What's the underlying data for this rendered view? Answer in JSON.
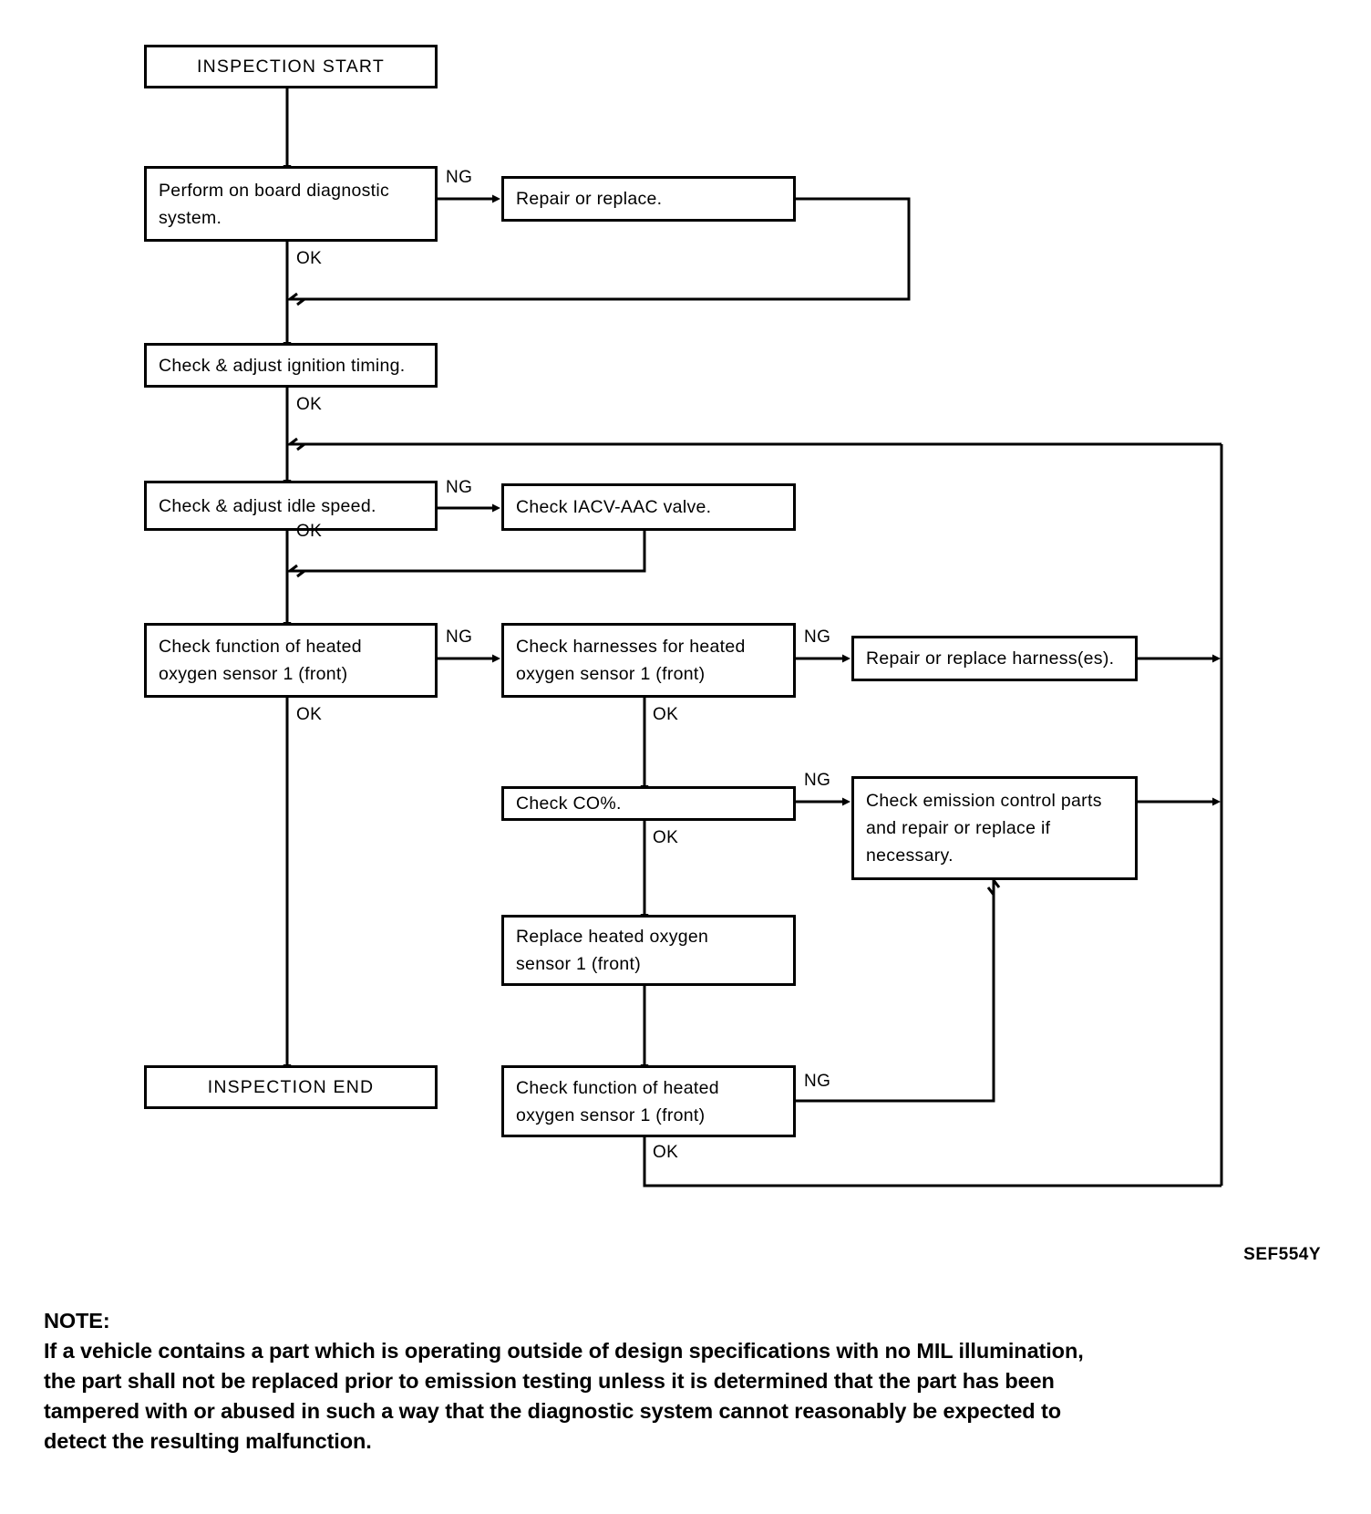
{
  "diagram": {
    "figure_code": "SEF554Y",
    "nodes": [
      {
        "id": "inspection-start",
        "label": "INSPECTION START",
        "align": "center"
      },
      {
        "id": "perform-obd",
        "label": "Perform on board diagnostic\nsystem.",
        "align": "left"
      },
      {
        "id": "repair-or-replace",
        "label": "Repair or replace.",
        "align": "left"
      },
      {
        "id": "check-ignition-timing",
        "label": "Check & adjust ignition timing.",
        "align": "left"
      },
      {
        "id": "check-idle-speed",
        "label": "Check & adjust idle speed.",
        "align": "left"
      },
      {
        "id": "check-iacv-aac-valve",
        "label": "Check IACV-AAC valve.",
        "align": "left"
      },
      {
        "id": "check-function-ho2s1",
        "label": "Check function of heated\noxygen sensor 1 (front)",
        "align": "left"
      },
      {
        "id": "check-harnesses-ho2s1",
        "label": "Check harnesses for heated\noxygen sensor 1 (front)",
        "align": "left"
      },
      {
        "id": "repair-replace-harness",
        "label": "Repair or replace harness(es).",
        "align": "left"
      },
      {
        "id": "check-co",
        "label": "Check CO%.",
        "align": "left"
      },
      {
        "id": "check-emission-control-parts",
        "label": "Check emission control parts\nand repair or replace if\nnecessary.",
        "align": "left"
      },
      {
        "id": "replace-ho2s1",
        "label": "Replace heated oxygen\nsensor 1 (front)",
        "align": "left"
      },
      {
        "id": "inspection-end",
        "label": "INSPECTION END",
        "align": "center"
      },
      {
        "id": "check-function-ho2s1-2",
        "label": "Check function of heated\noxygen sensor 1 (front)",
        "align": "left"
      }
    ],
    "edge_labels": [
      {
        "id": "ng-obd",
        "text": "NG"
      },
      {
        "id": "ok-obd",
        "text": "OK"
      },
      {
        "id": "ok-ignition",
        "text": "OK"
      },
      {
        "id": "ng-idle",
        "text": "NG"
      },
      {
        "id": "ok-idle",
        "text": "OK"
      },
      {
        "id": "ng-function-ho2s1",
        "text": "NG"
      },
      {
        "id": "ok-function-ho2s1",
        "text": "OK"
      },
      {
        "id": "ng-harnesses",
        "text": "NG"
      },
      {
        "id": "ok-harnesses",
        "text": "OK"
      },
      {
        "id": "ng-co",
        "text": "NG"
      },
      {
        "id": "ok-co",
        "text": "OK"
      },
      {
        "id": "ng-function-ho2s1-2",
        "text": "NG"
      },
      {
        "id": "ok-function-ho2s1-2",
        "text": "OK"
      }
    ]
  },
  "note": {
    "heading": "NOTE:",
    "body": "If a vehicle contains a part which is operating outside of design specifications with no MIL illumination,\nthe part shall not be replaced prior to emission testing unless it is determined that the part has been\ntampered with or abused in such a way that the diagnostic system cannot reasonably be expected to\ndetect the resulting malfunction."
  },
  "colors": {
    "line": "#000000",
    "background": "#ffffff"
  }
}
